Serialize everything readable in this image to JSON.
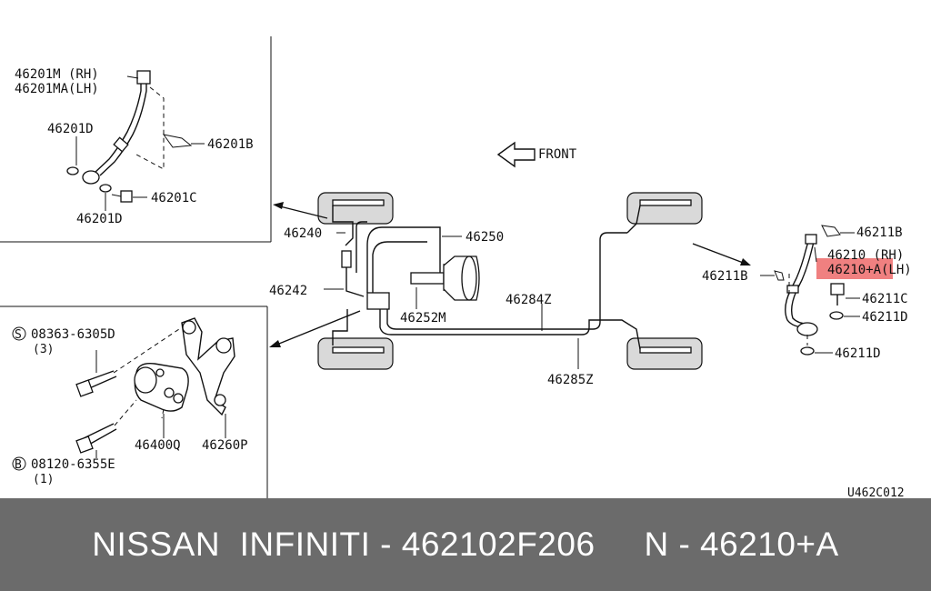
{
  "diagram": {
    "front_label": "FRONT",
    "drawing_code": "U462C012",
    "highlight_color": "#f08080",
    "labels": {
      "p46201m": "46201M  (RH)",
      "p46201ma": "46201MA(LH)",
      "p46201d_a": "46201D",
      "p46201b": "46201B",
      "p46201c": "46201C",
      "p46201d_b": "46201D",
      "p46240": "46240",
      "p46250": "46250",
      "p46242": "46242",
      "p46252m": "46252M",
      "p46284z": "46284Z",
      "p46285z": "46285Z",
      "p46211b_top": "46211B",
      "p46210": "46210   (RH)",
      "p46210a": "46210+A(LH)",
      "p46211b_left": "46211B",
      "p46211c": "46211C",
      "p46211d_a": "46211D",
      "p46211d_b": "46211D",
      "p08363": "08363-6305D",
      "p08363_qty": "(3)",
      "p08363_sym": "S",
      "p46400q": "46400Q",
      "p46260p": "46260P",
      "p08120": "08120-6355E",
      "p08120_qty": "(1)",
      "p08120_sym": "B"
    }
  },
  "footer": {
    "text": "NISSAN  INFINITI - 462102F206     N - 46210+A",
    "background": "#6b6b6b"
  }
}
